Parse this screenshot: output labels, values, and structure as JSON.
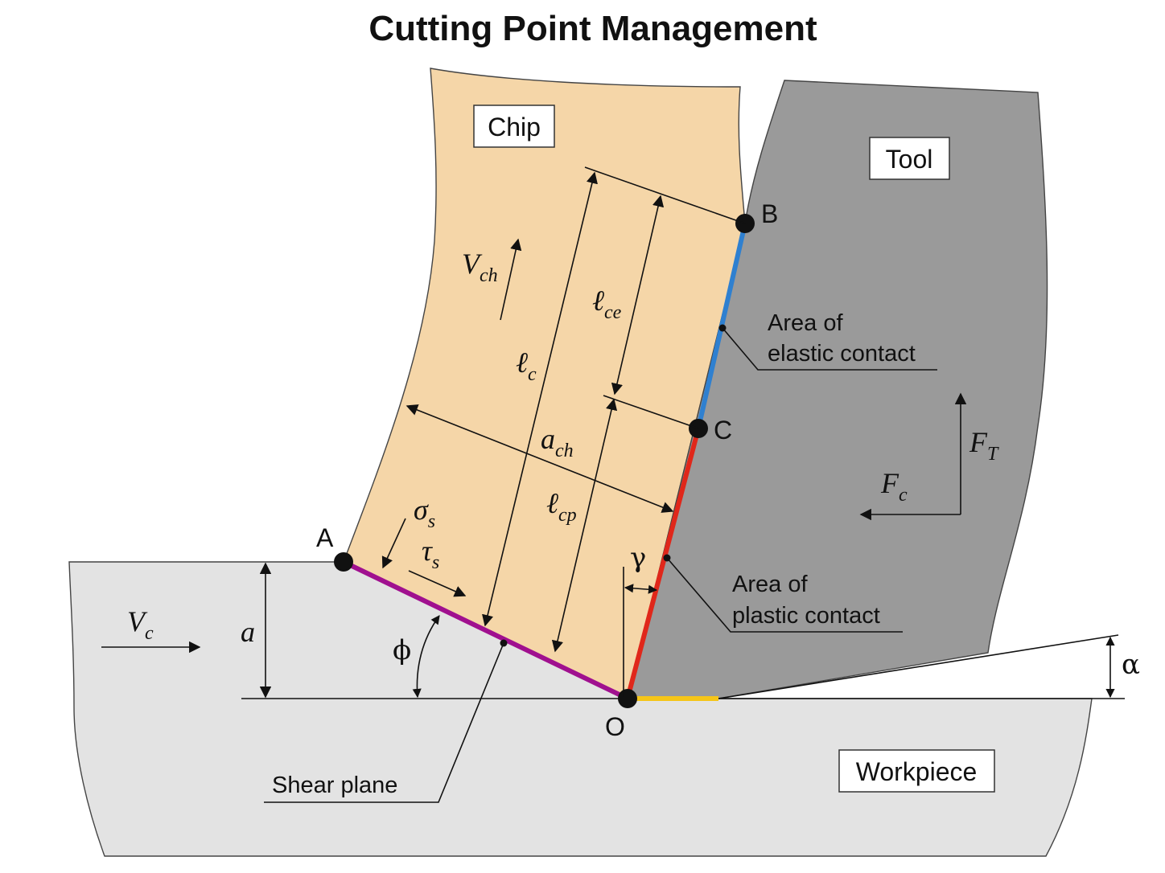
{
  "title": "Cutting Point Management",
  "regions": {
    "chip": "Chip",
    "tool": "Tool",
    "workpiece": "Workpiece"
  },
  "points": {
    "a": "A",
    "b": "B",
    "c": "C",
    "o": "O"
  },
  "callouts": {
    "elastic_line1": "Area of",
    "elastic_line2": "elastic contact",
    "plastic_line1": "Area of",
    "plastic_line2": "plastic contact",
    "shear_plane": "Shear plane"
  },
  "symbols": {
    "v_ch": {
      "main": "V",
      "sub": "ch"
    },
    "l_ce": {
      "main": "ℓ",
      "sub": "ce"
    },
    "l_c": {
      "main": "ℓ",
      "sub": "c"
    },
    "a_ch": {
      "main": "a",
      "sub": "ch"
    },
    "l_cp": {
      "main": "ℓ",
      "sub": "cp"
    },
    "sigma_s": {
      "main": "σ",
      "sub": "s"
    },
    "tau_s": {
      "main": "τ",
      "sub": "s"
    },
    "v_c": {
      "main": "V",
      "sub": "c"
    },
    "a": "a",
    "phi": "ϕ",
    "gamma": "γ",
    "alpha": "α",
    "f_t": {
      "main": "F",
      "sub": "T"
    },
    "f_c": {
      "main": "F",
      "sub": "c"
    }
  },
  "colors": {
    "chip": "#f5d6a8",
    "tool": "#9a9a9a",
    "workpiece": "#e3e3e3",
    "shear_plane": "#a0108f",
    "plastic_contact": "#e0271a",
    "elastic_contact": "#2f80d0",
    "clearance": "#f5c518"
  }
}
